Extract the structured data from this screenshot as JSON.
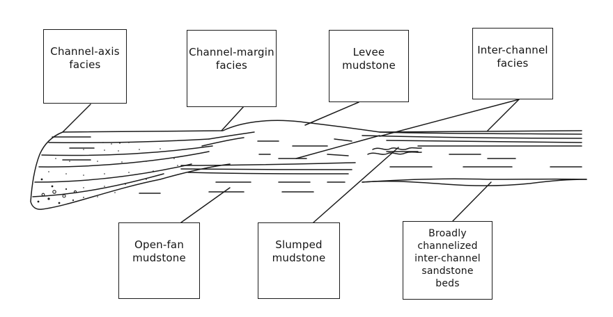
{
  "labels": {
    "channel_axis": "Channel-axis\nfacies",
    "channel_margin": "Channel-margin\nfacies",
    "levee_mudstone": "Levee mudstone",
    "inter_channel": "Inter-channel\nfacies",
    "open_fan": "Open-fan\nmudstone",
    "slumped": "Slumped\nmudstone",
    "broadly_channelized": "Broadly\nchannelized\ninter-channel\nsandstone\nbeds"
  },
  "colors": {
    "ink": "#1a1a1a",
    "background": "#ffffff"
  }
}
